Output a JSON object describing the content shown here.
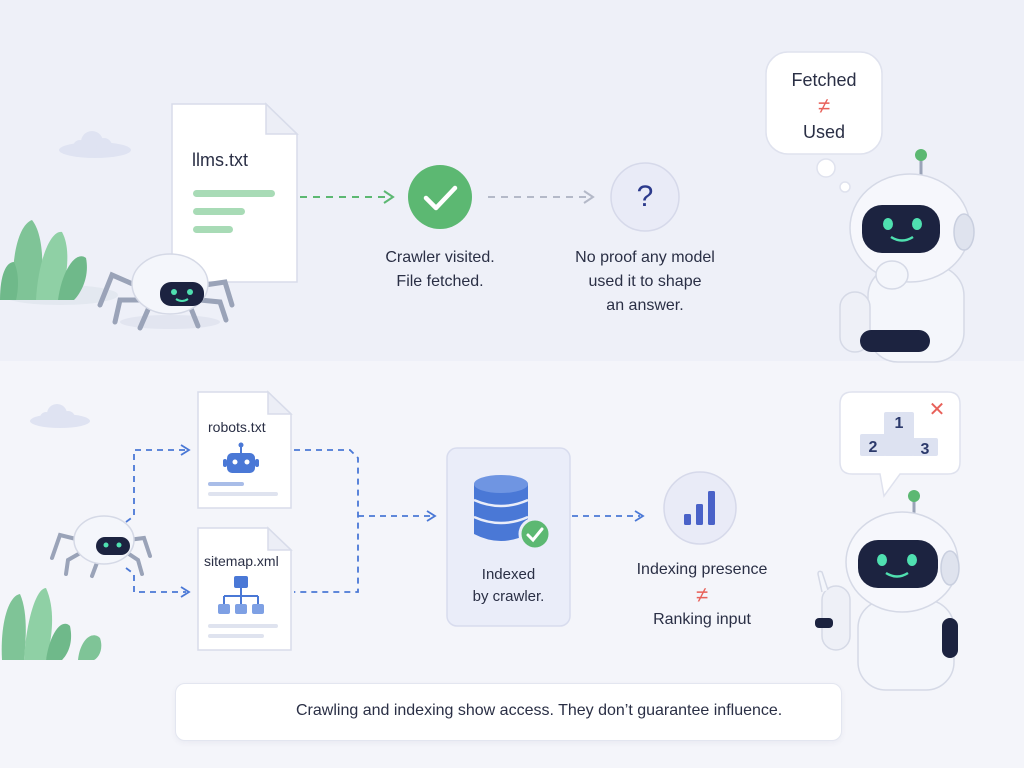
{
  "top": {
    "file_name": "llms.txt",
    "visited_caption": [
      "Crawler visited.",
      "File fetched."
    ],
    "no_proof_caption": [
      "No proof any model",
      "used it to shape",
      "an answer."
    ],
    "question_mark": "?",
    "bubble": {
      "line1": "Fetched",
      "symbol": "≠",
      "line2": "Used"
    }
  },
  "bottom": {
    "robots_file": "robots.txt",
    "sitemap_file": "sitemap.xml",
    "indexed_caption": [
      "Indexed",
      "by crawler."
    ],
    "presence_caption": {
      "line1": "Indexing presence",
      "symbol": "≠",
      "line2": "Ranking input"
    },
    "podium": {
      "first": "1",
      "second": "2",
      "third": "3",
      "mark": "✕"
    }
  },
  "note": {
    "text": "Crawling and indexing show access. They don’t guarantee influence."
  },
  "colors": {
    "green": "#5cb872",
    "blue": "#4a78d6",
    "red": "#e8615a",
    "navy": "#1c2340",
    "eye": "#4fe0b0"
  }
}
